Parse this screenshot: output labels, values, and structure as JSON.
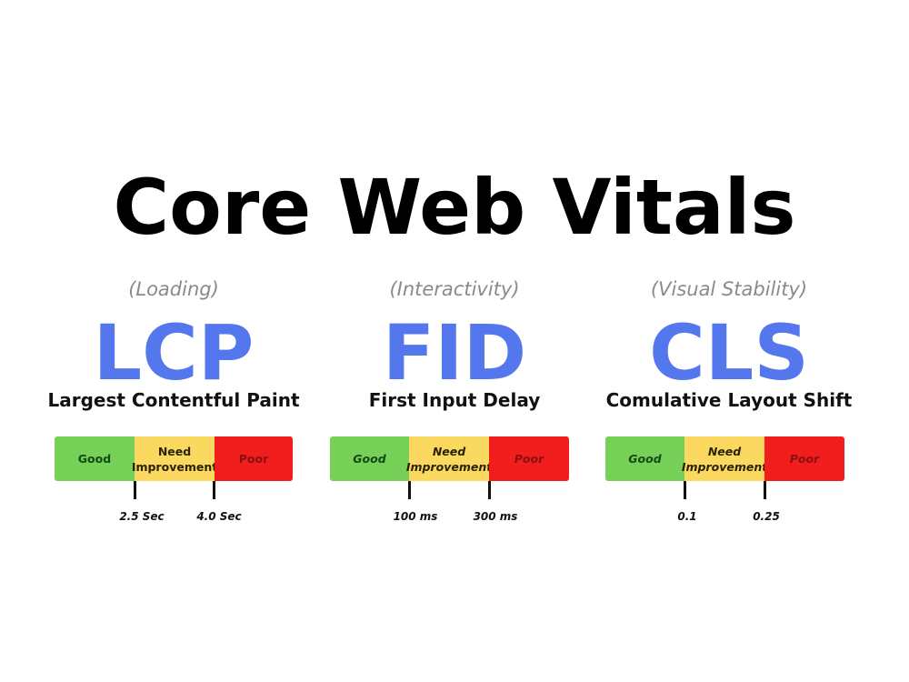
{
  "title": "Core Web Vitals",
  "colors": {
    "accent": "#5577ee",
    "good": "#77d158",
    "need_improvement": "#fbd961",
    "poor": "#f21e1e"
  },
  "metrics": [
    {
      "category": "(Loading)",
      "abbr": "LCP",
      "name": "Largest Contentful Paint",
      "segments": {
        "good": "Good",
        "need": "Need Improvement",
        "poor": "Poor"
      },
      "thresholds": [
        "2.5 Sec",
        "4.0 Sec"
      ]
    },
    {
      "category": "(Interactivity)",
      "abbr": "FID",
      "name": "First Input Delay",
      "segments": {
        "good": "Good",
        "need": "Need Improvement",
        "poor": "Poor"
      },
      "thresholds": [
        "100 ms",
        "300 ms"
      ]
    },
    {
      "category": "(Visual Stability)",
      "abbr": "CLS",
      "name": "Comulative Layout Shift",
      "segments": {
        "good": "Good",
        "need": "Need Improvement",
        "poor": "Poor"
      },
      "thresholds": [
        "0.1",
        "0.25"
      ]
    }
  ]
}
